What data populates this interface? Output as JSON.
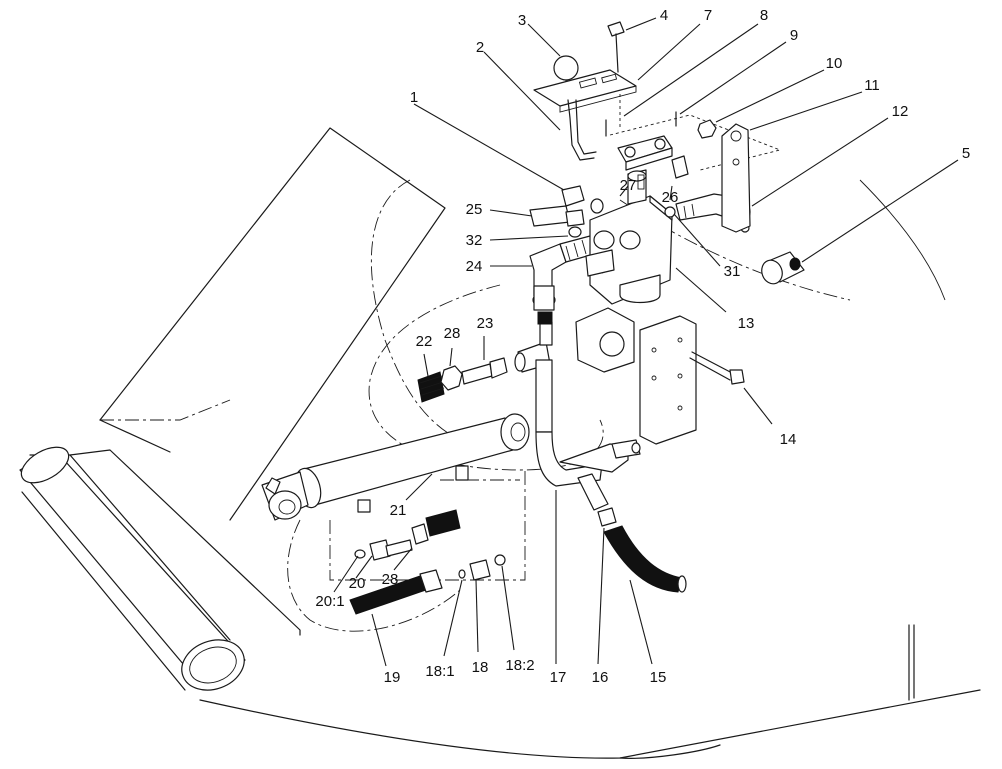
{
  "callouts": [
    {
      "id": "c1",
      "text": "1"
    },
    {
      "id": "c2",
      "text": "2"
    },
    {
      "id": "c3",
      "text": "3"
    },
    {
      "id": "c4",
      "text": "4"
    },
    {
      "id": "c5",
      "text": "5"
    },
    {
      "id": "c7",
      "text": "7"
    },
    {
      "id": "c8",
      "text": "8"
    },
    {
      "id": "c9",
      "text": "9"
    },
    {
      "id": "c10",
      "text": "10"
    },
    {
      "id": "c11",
      "text": "11"
    },
    {
      "id": "c12",
      "text": "12"
    },
    {
      "id": "c13",
      "text": "13"
    },
    {
      "id": "c14",
      "text": "14"
    },
    {
      "id": "c15",
      "text": "15"
    },
    {
      "id": "c16",
      "text": "16"
    },
    {
      "id": "c17",
      "text": "17"
    },
    {
      "id": "c18",
      "text": "18"
    },
    {
      "id": "c18_1",
      "text": "18:1"
    },
    {
      "id": "c18_2",
      "text": "18:2"
    },
    {
      "id": "c19",
      "text": "19"
    },
    {
      "id": "c20",
      "text": "20"
    },
    {
      "id": "c20_1",
      "text": "20:1"
    },
    {
      "id": "c21",
      "text": "21"
    },
    {
      "id": "c22",
      "text": "22"
    },
    {
      "id": "c23",
      "text": "23"
    },
    {
      "id": "c24",
      "text": "24"
    },
    {
      "id": "c25",
      "text": "25"
    },
    {
      "id": "c26",
      "text": "26"
    },
    {
      "id": "c27",
      "text": "27"
    },
    {
      "id": "c28a",
      "text": "28"
    },
    {
      "id": "c28b",
      "text": "28"
    },
    {
      "id": "c31",
      "text": "31"
    },
    {
      "id": "c32",
      "text": "32"
    }
  ]
}
